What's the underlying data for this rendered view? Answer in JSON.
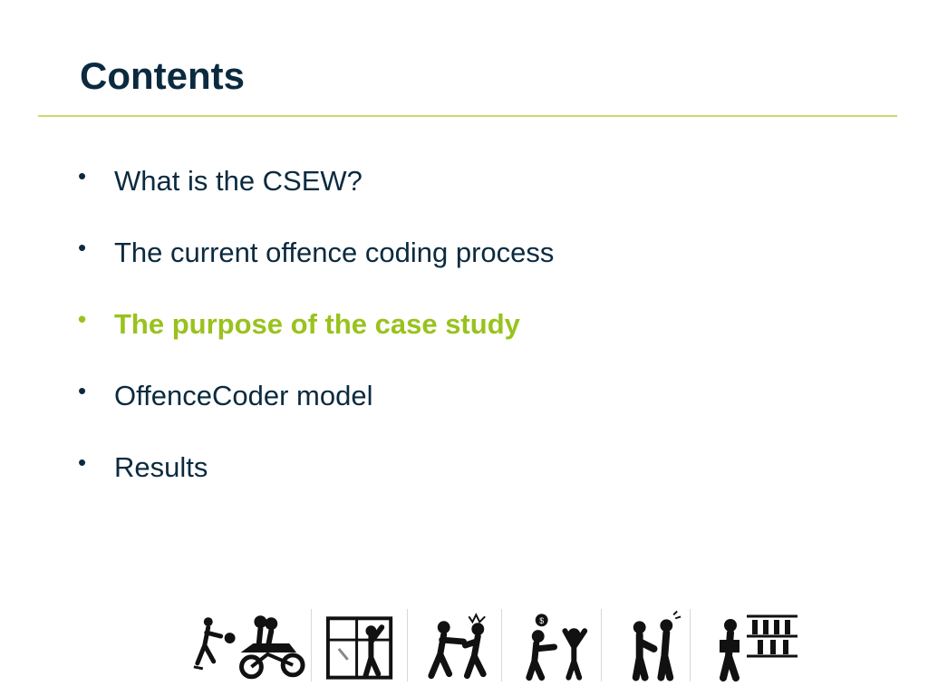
{
  "slide": {
    "title": "Contents",
    "accent_color": "#99c21d",
    "text_color": "#0b2a3f",
    "rule_color": "#c5dc6a"
  },
  "bullets": [
    {
      "text": "What is the CSEW?",
      "active": false
    },
    {
      "text": "The current offence coding process",
      "active": false
    },
    {
      "text": "The purpose of the case study",
      "active": true
    },
    {
      "text": "OffenceCoder model",
      "active": false
    },
    {
      "text": "Results",
      "active": false
    }
  ],
  "bullet_glyph": "•",
  "icons": [
    {
      "name": "motorbike-theft-icon"
    },
    {
      "name": "burglary-window-icon"
    },
    {
      "name": "assault-icon"
    },
    {
      "name": "robbery-icon"
    },
    {
      "name": "harassment-icon"
    },
    {
      "name": "shoplifting-icon"
    }
  ]
}
